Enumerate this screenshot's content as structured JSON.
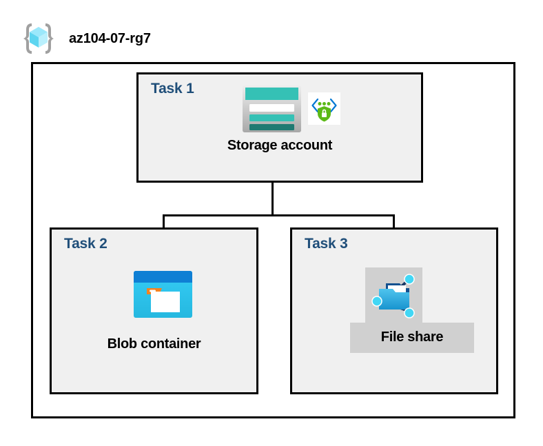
{
  "diagram": {
    "type": "azure-architecture-diagram",
    "resource_group": {
      "name": "az104-07-rg7",
      "icon": "azure-resource-group-icon"
    },
    "colors": {
      "task_label": "#1F4E79",
      "box_fill": "#F0F0F0",
      "box_border": "#000000",
      "canvas": "#FFFFFF",
      "highlight": "#D0D0D0",
      "storage_teal": "#35C1B5",
      "storage_teal_dark": "#1F7A72",
      "blob_blue": "#0F7FD4",
      "blob_cyan": "#32C8F0",
      "blob_orange": "#F58220",
      "fileshare_blue": "#32B0E7",
      "node_cyan": "#42D7F5",
      "endpoint_blue": "#0078D4",
      "endpoint_green": "#5CB917",
      "rg_cube_cyan": "#9BE8FB",
      "rg_bracket_gray": "#A0A0A0"
    },
    "tasks": [
      {
        "id": "task1",
        "label": "Task 1",
        "node_label": "Storage account",
        "icons": [
          "storage-account-icon",
          "private-endpoint-icon"
        ],
        "highlighted": false
      },
      {
        "id": "task2",
        "label": "Task 2",
        "node_label": "Blob container",
        "icons": [
          "blob-container-icon"
        ],
        "highlighted": false
      },
      {
        "id": "task3",
        "label": "Task 3",
        "node_label": "File share",
        "icons": [
          "file-share-icon"
        ],
        "highlighted": true
      }
    ],
    "connections": [
      {
        "from": "task1",
        "to": "task2",
        "style": "elbow-tree"
      },
      {
        "from": "task1",
        "to": "task3",
        "style": "elbow-tree"
      }
    ]
  }
}
